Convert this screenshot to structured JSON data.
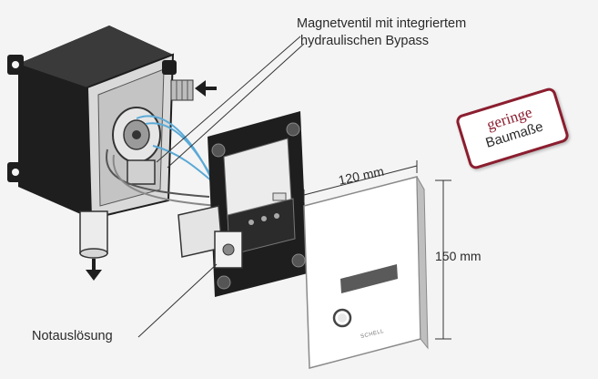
{
  "callouts": {
    "valve_line1": "Magnetventil mit integriertem",
    "valve_line2": "hydraulischen Bypass",
    "emergency": "Notauslösung"
  },
  "dimensions": {
    "width": "120 mm",
    "height": "150 mm"
  },
  "badge": {
    "line1": "geringe",
    "line2": "Baumaße"
  },
  "brand_mark": "SCHELL",
  "colors": {
    "housing": "#1e1e1e",
    "badge_border": "#8b1e2f",
    "wire_blue": "#5aa9d6",
    "background": "#f4f4f4"
  }
}
